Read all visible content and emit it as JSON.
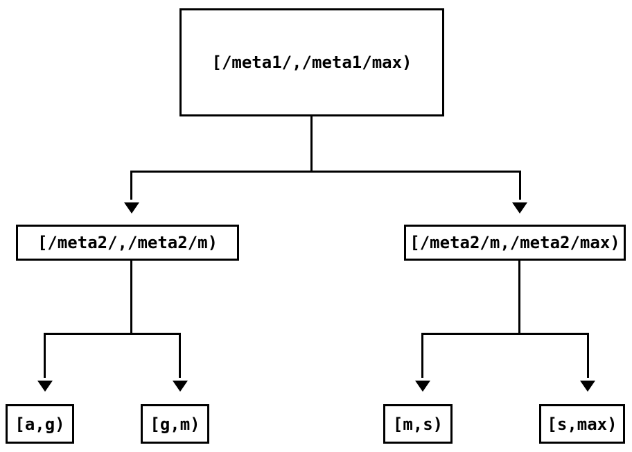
{
  "tree": {
    "root": {
      "label": "[/meta1/,/meta1/max)"
    },
    "children": [
      {
        "label": "[/meta2/,/meta2/m)"
      },
      {
        "label": "[/meta2/m,/meta2/max)"
      }
    ],
    "leaves": [
      {
        "label": "[a,g)"
      },
      {
        "label": "[g,m)"
      },
      {
        "label": "[m,s)"
      },
      {
        "label": "[s,max)"
      }
    ]
  },
  "style": {
    "line_color": "#000000",
    "background_color": "#ffffff",
    "arrowhead": "filled-down-triangle"
  }
}
